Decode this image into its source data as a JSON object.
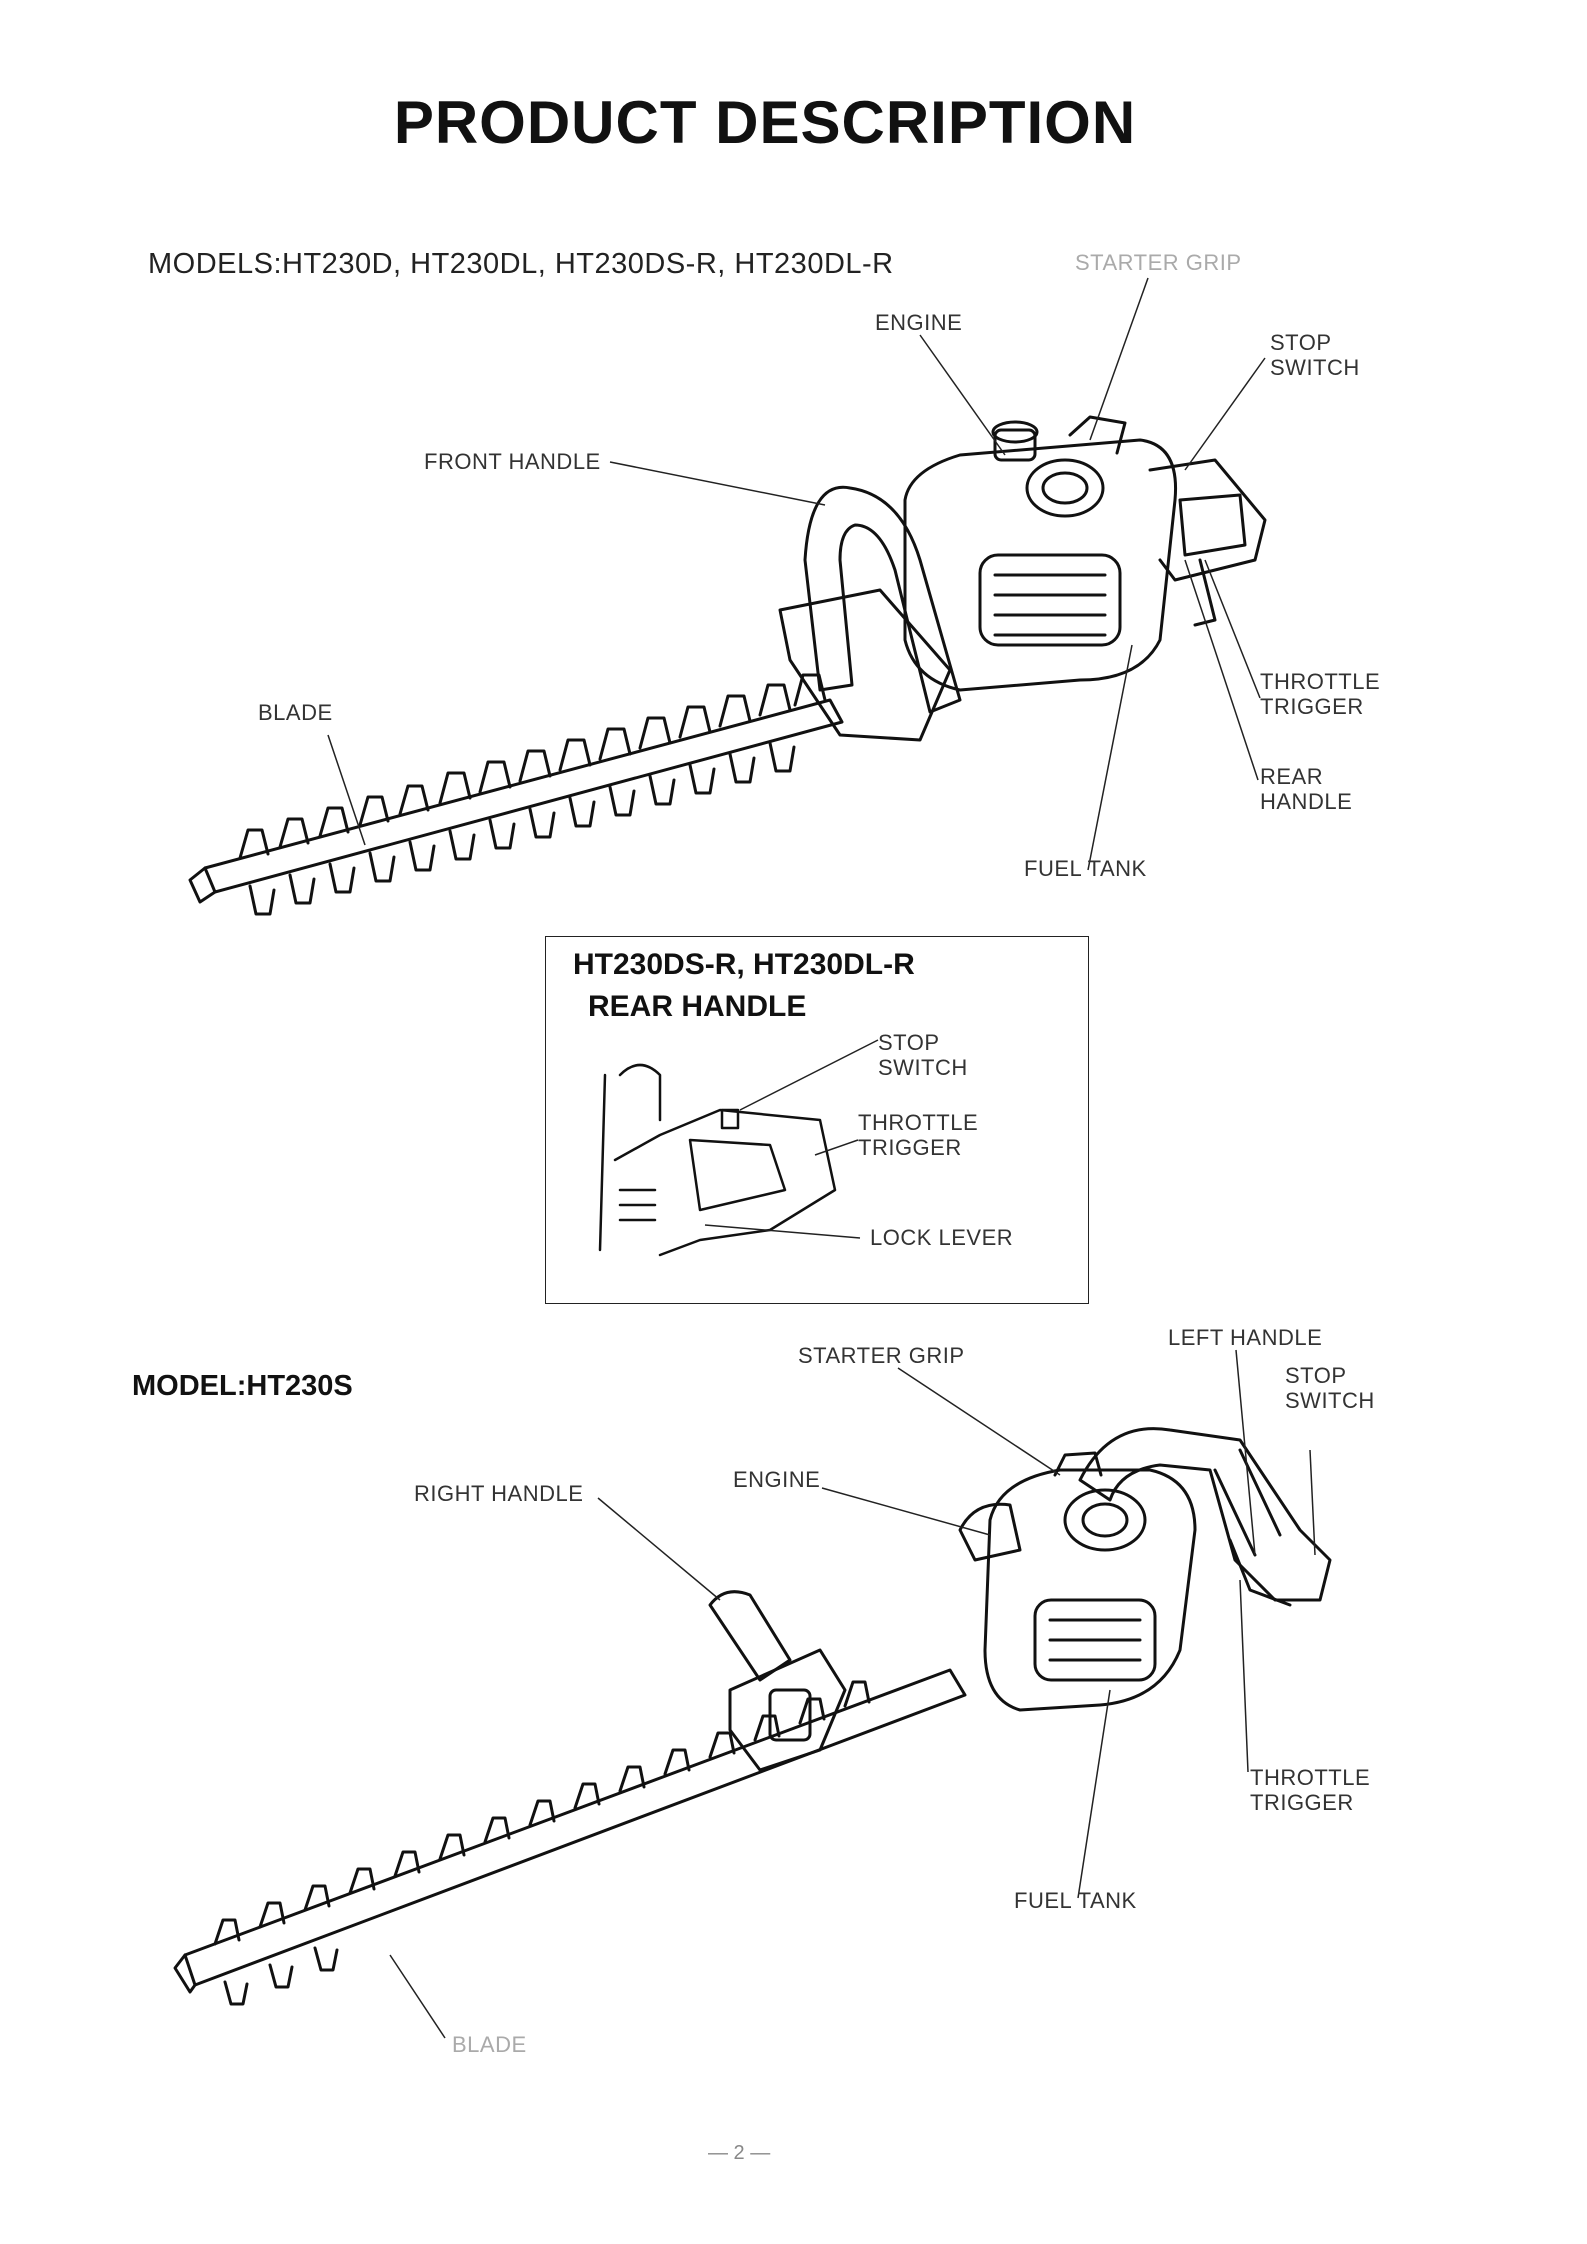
{
  "page": {
    "title": "PRODUCT DESCRIPTION",
    "page_number": "— 2 —"
  },
  "section1": {
    "models": "MODELS:HT230D, HT230DL, HT230DS-R, HT230DL-R",
    "labels": {
      "starter_grip": "STARTER GRIP",
      "engine": "ENGINE",
      "stop_switch": "STOP\nSWITCH",
      "front_handle": "FRONT HANDLE",
      "blade": "BLADE",
      "throttle_trigger": "THROTTLE\nTRIGGER",
      "rear_handle": "REAR\nHANDLE",
      "fuel_tank": "FUEL TANK"
    }
  },
  "inset": {
    "title_line1": "HT230DS-R, HT230DL-R",
    "title_line2": "REAR HANDLE",
    "labels": {
      "stop_switch": "STOP\nSWITCH",
      "throttle_trigger": "THROTTLE\nTRIGGER",
      "lock_lever": "LOCK LEVER"
    }
  },
  "section2": {
    "model": "MODEL:HT230S",
    "labels": {
      "starter_grip": "STARTER GRIP",
      "left_handle": "LEFT HANDLE",
      "stop_switch": "STOP\nSWITCH",
      "right_handle": "RIGHT HANDLE",
      "engine": "ENGINE",
      "throttle_trigger": "THROTTLE\nTRIGGER",
      "fuel_tank": "FUEL TANK",
      "blade": "BLADE"
    }
  }
}
